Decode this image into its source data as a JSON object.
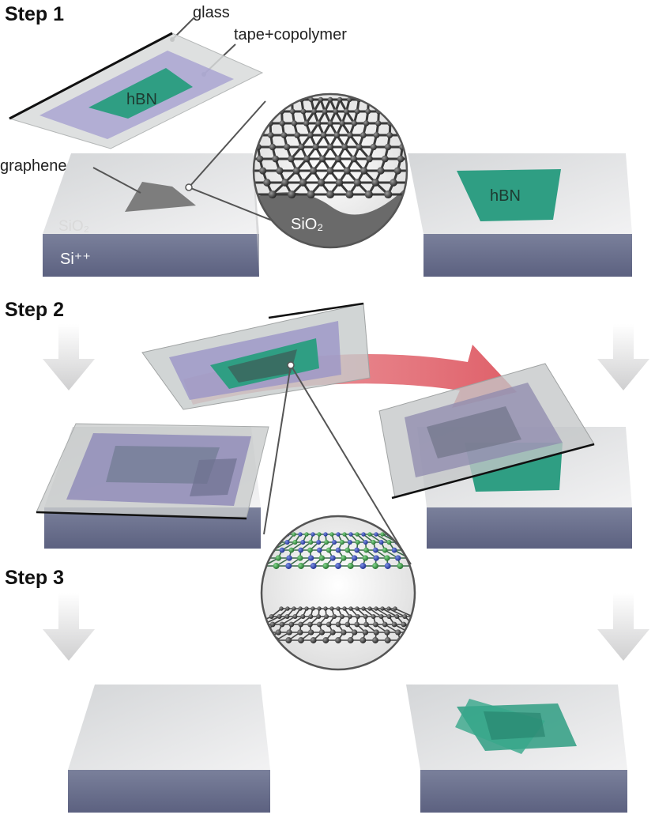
{
  "steps": [
    {
      "label": "Step 1"
    },
    {
      "label": "Step 2"
    },
    {
      "label": "Step 3"
    }
  ],
  "labels": {
    "glass": "glass",
    "tape_copolymer": "tape+copolymer",
    "hbn_stamp": "hBN",
    "hbn_substrate": "hBN",
    "graphene": "graphene",
    "sio2_slab": "SiO₂",
    "sio2_zoom": "SiO₂",
    "si": "Si⁺⁺"
  },
  "colors": {
    "hbn": "#2f9e83",
    "copolymer": "#9b93c9",
    "glass": "#d9dcdc",
    "silicon": "#6d7390",
    "sio2_top": "#e8e9ea",
    "graphene": "#7a7a7a",
    "transfer_arrow": "#e0505a",
    "boron": "#2b45b8",
    "nitrogen": "#2f9d3c",
    "carbon": "#2a2a2a"
  },
  "icons": {
    "down_arrow": "down-arrow-icon",
    "transfer_arrow": "curved-arrow-icon",
    "zoom": "magnifier-inset"
  }
}
